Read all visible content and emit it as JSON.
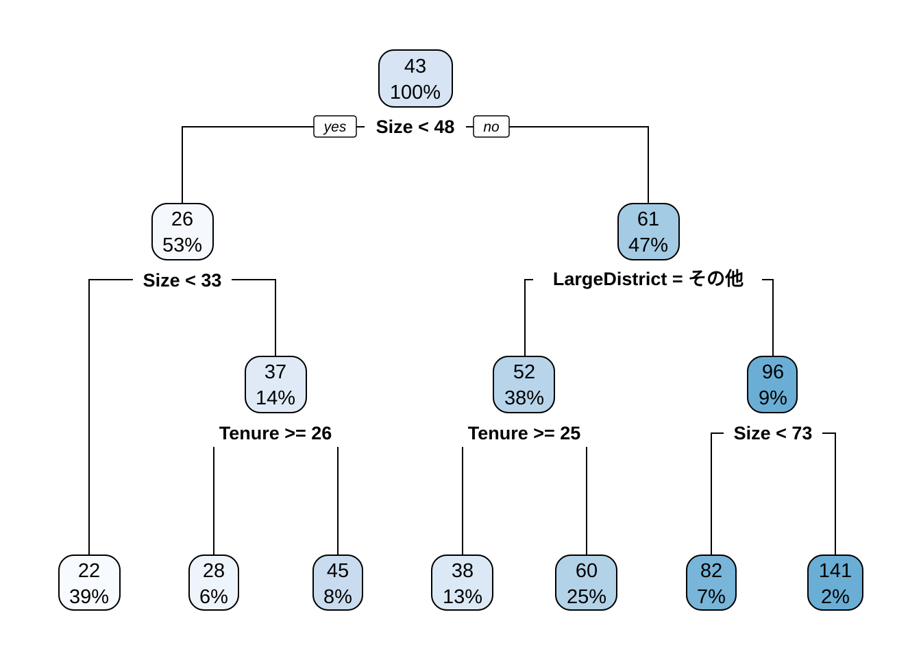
{
  "tree": {
    "branch_labels": {
      "left": "yes",
      "right": "no"
    },
    "nodes": {
      "root": {
        "value": "43",
        "percent": "100%",
        "split": "Size < 48",
        "fill": "#d6e4f3"
      },
      "n2": {
        "value": "26",
        "percent": "53%",
        "split": "Size < 33",
        "fill": "#f5f9fe"
      },
      "n3": {
        "value": "61",
        "percent": "47%",
        "split": "LargeDistrict = その他",
        "fill": "#a3cbe4"
      },
      "n5": {
        "value": "37",
        "percent": "14%",
        "split": "Tenure >= 26",
        "fill": "#dfeaf6"
      },
      "n6": {
        "value": "52",
        "percent": "38%",
        "split": "Tenure >= 25",
        "fill": "#b7d4ea"
      },
      "n7": {
        "value": "96",
        "percent": "9%",
        "split": "Size < 73",
        "fill": "#6aaed6"
      },
      "l1": {
        "value": "22",
        "percent": "39%",
        "fill": "#f7fbff"
      },
      "l2": {
        "value": "28",
        "percent": "6%",
        "fill": "#eef4fb"
      },
      "l3": {
        "value": "45",
        "percent": "8%",
        "fill": "#c9dcef"
      },
      "l4": {
        "value": "38",
        "percent": "13%",
        "fill": "#dbe8f5"
      },
      "l5": {
        "value": "60",
        "percent": "25%",
        "fill": "#b2d2e8"
      },
      "l6": {
        "value": "82",
        "percent": "7%",
        "fill": "#79b5d9"
      },
      "l7": {
        "value": "141",
        "percent": "2%",
        "fill": "#6aaed6"
      }
    }
  }
}
